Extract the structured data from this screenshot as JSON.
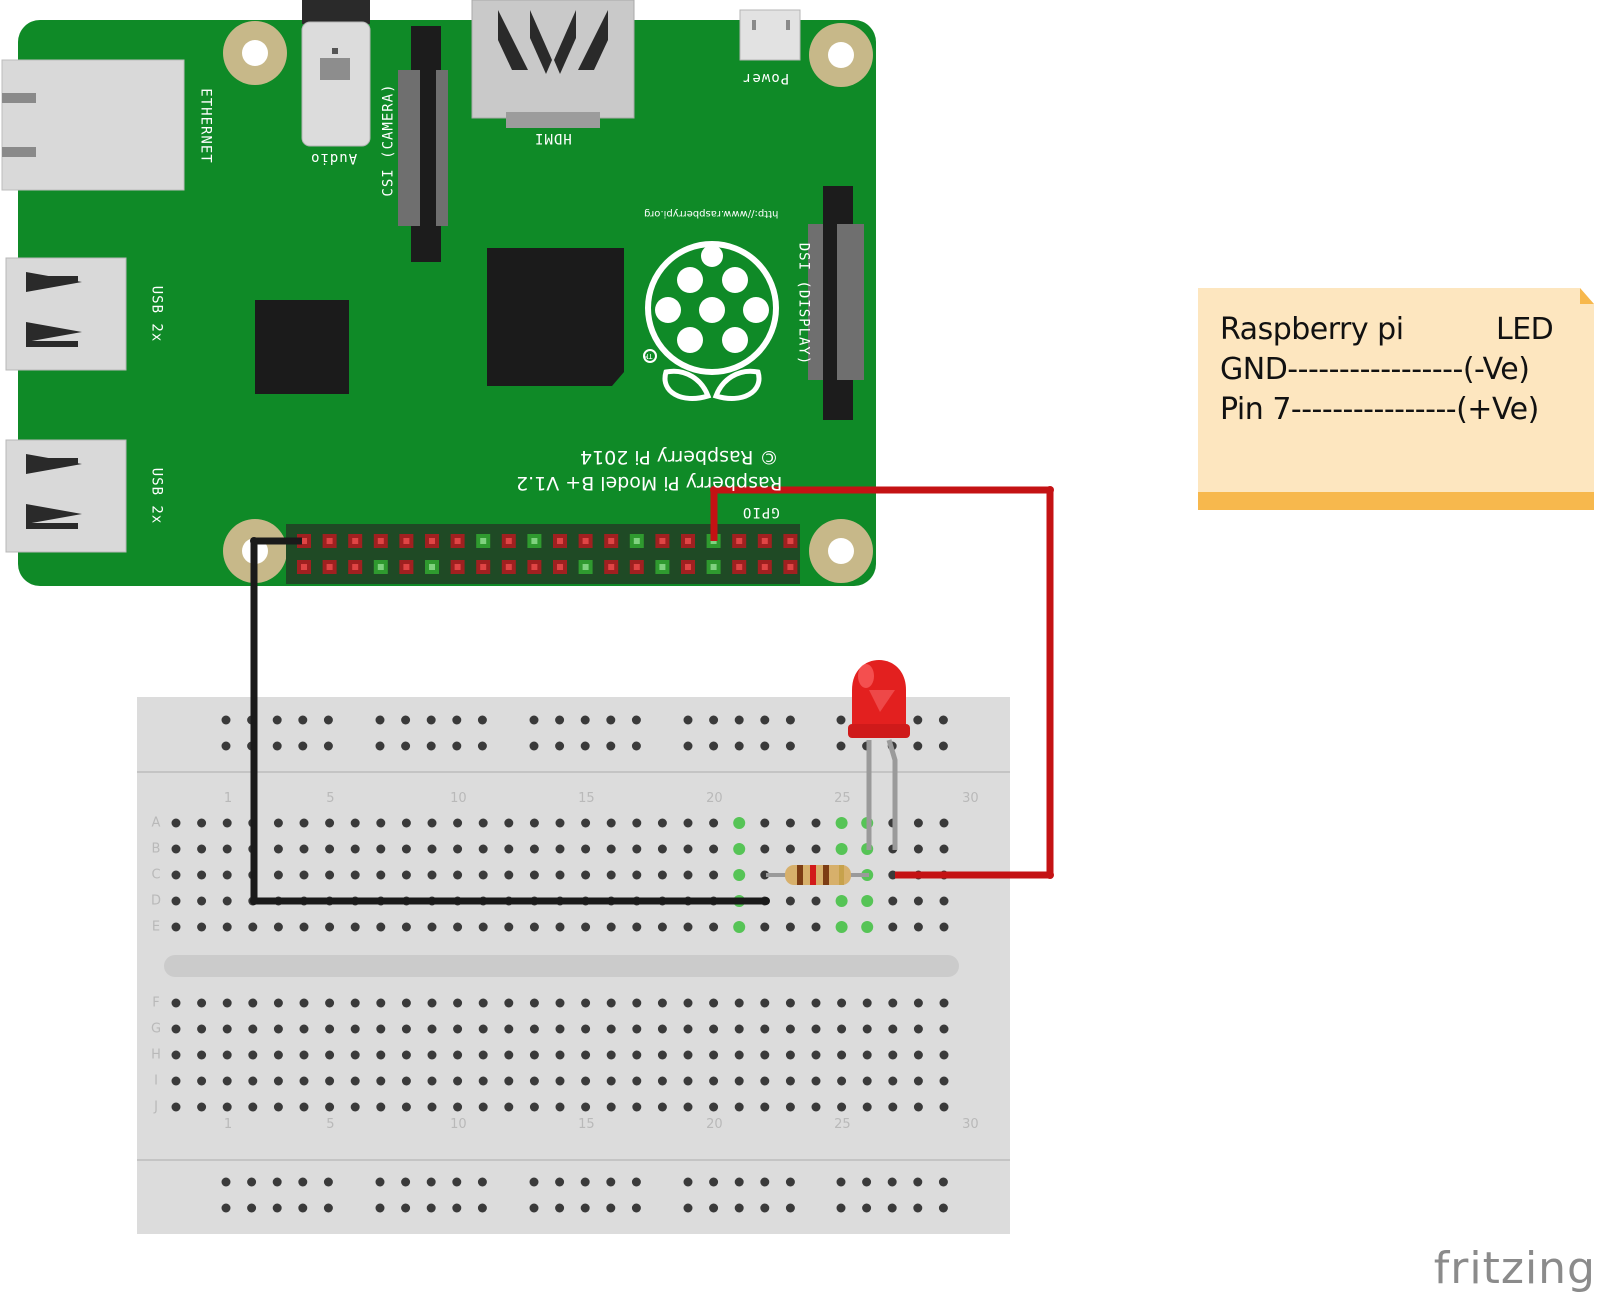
{
  "pi": {
    "ethernet": "ETHERNET",
    "usb1": "USB 2x",
    "usb2": "USB 2x",
    "audio": "Audio",
    "csi": "CSI (CAMERA)",
    "hdmi": "HDMI",
    "power": "Power",
    "dsi": "DSI (DISPLAY)",
    "url": "http://www.raspberrypi.org",
    "model": "Raspberry Pi Model B+ V1.2",
    "copyright": "© Raspberry Pi 2014",
    "gpio": "GPIO",
    "tm": "TM"
  },
  "breadboard": {
    "column_numbers": [
      "1",
      "5",
      "10",
      "15",
      "20",
      "25",
      "30"
    ],
    "rows_top": [
      "A",
      "B",
      "C",
      "D",
      "E"
    ],
    "rows_bottom": [
      "F",
      "G",
      "H",
      "I",
      "J"
    ]
  },
  "note": {
    "line1_left": "Raspberry pi",
    "line1_right": "LED",
    "line2": "GND-----------------(-Ve)",
    "line3": "Pin 7----------------(+Ve)"
  },
  "watermark": "fritzing",
  "colors": {
    "pcb": "#0f8a27",
    "wire_red": "#c41214",
    "wire_black": "#1a1a1a",
    "led": "#e3201f",
    "note_bg": "#fde6bf",
    "note_bar": "#f7b84d"
  }
}
